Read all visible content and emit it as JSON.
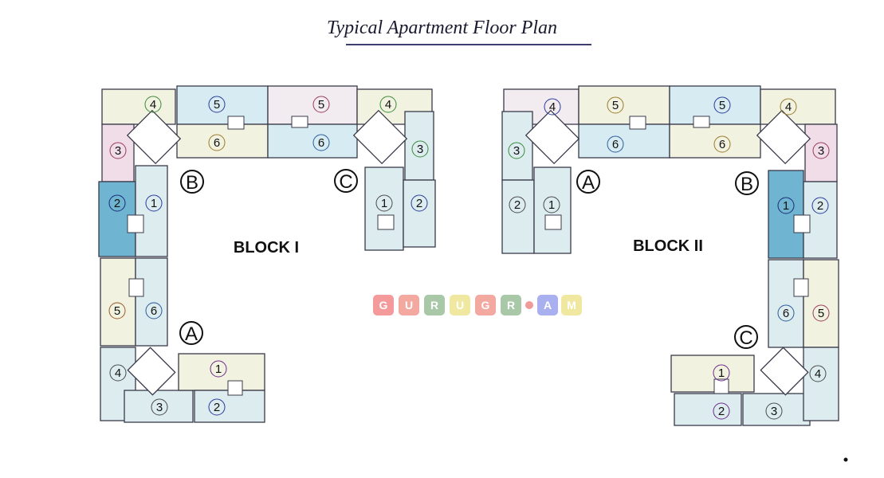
{
  "title": "Typical Apartment Floor Plan",
  "blocks": [
    {
      "label": "BLOCK I",
      "wings": [
        "A",
        "B",
        "C"
      ]
    },
    {
      "label": "BLOCK II",
      "wings": [
        "A",
        "B",
        "C"
      ]
    }
  ],
  "units": [
    "1",
    "2",
    "3",
    "4",
    "5",
    "6"
  ],
  "watermark": {
    "letters": [
      "G",
      "U",
      "R",
      "U",
      "G",
      "R",
      "A",
      "M"
    ]
  },
  "colors": {
    "unit_fill": "#dcecef",
    "highlight_fill": "#6fb4d0",
    "pink_fill": "#f1dde8",
    "cream_fill": "#f2f2e0",
    "outline": "#3a3a4a"
  }
}
